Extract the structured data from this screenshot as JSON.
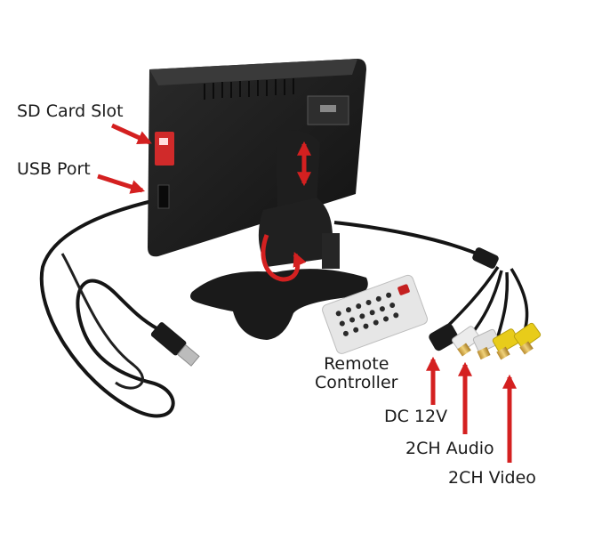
{
  "labels": {
    "sd_card_slot": "SD Card Slot",
    "usb_port": "USB Port",
    "remote_line1": "Remote",
    "remote_line2": "Controller",
    "dc_12v": "DC 12V",
    "ch_audio": "2CH Audio",
    "ch_video": "2CH Video"
  },
  "colors": {
    "background": "#ffffff",
    "arrow": "#d42020",
    "monitor_body": "#1c1c1c",
    "cable": "#151515",
    "rca_yellow": "#e8cc1a",
    "rca_white": "#ececec",
    "gold": "#d2a94a",
    "text": "#1a1a1a"
  },
  "icons": {
    "arrow": "red-arrow-icon",
    "double_arrow": "red-double-arrow-icon",
    "rotate": "red-rotate-arrow-icon"
  }
}
